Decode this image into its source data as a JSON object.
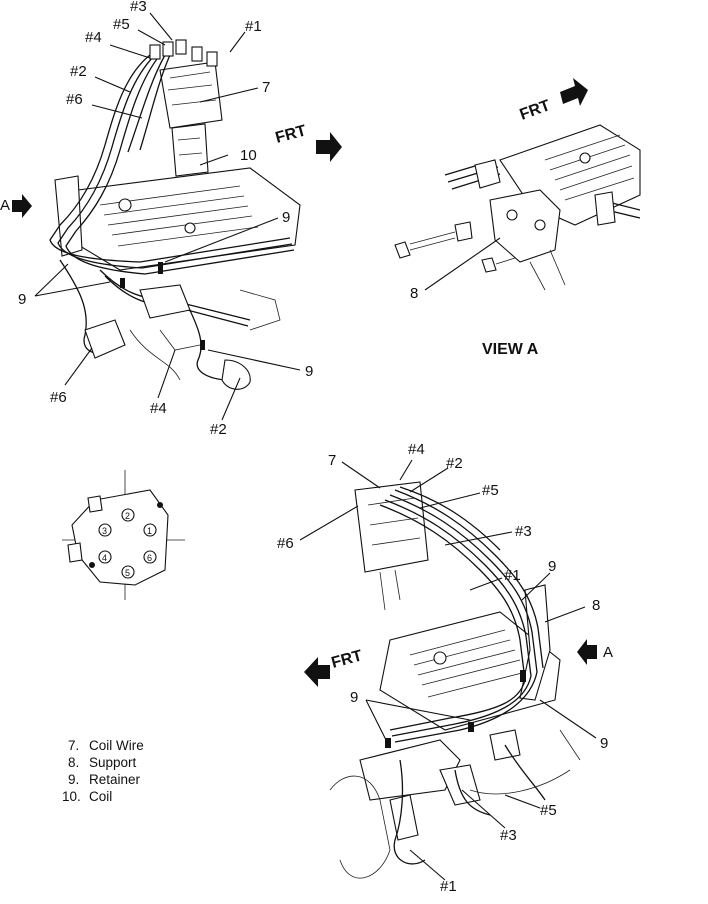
{
  "top_left": {
    "labels": {
      "n3": "#3",
      "n5": "#5",
      "n4": "#4",
      "n1": "#1",
      "n2": "#2",
      "n6": "#6",
      "c7": "7",
      "c10": "10",
      "c9a": "9",
      "c9b": "9",
      "c9c": "9",
      "n6b": "#6",
      "n4b": "#4",
      "n2b": "#2",
      "a": "A",
      "frt": "FRT"
    }
  },
  "view_a": {
    "frt": "FRT",
    "c8": "8",
    "title": "VIEW A"
  },
  "distributor_cap": {
    "terminals": [
      "1",
      "2",
      "3",
      "4",
      "5",
      "6"
    ]
  },
  "bottom_right": {
    "labels": {
      "c7": "7",
      "n4": "#4",
      "n2": "#2",
      "n5": "#5",
      "n6": "#6",
      "n3": "#3",
      "n1": "#1",
      "c9a": "9",
      "c8": "8",
      "a": "A",
      "frt": "FRT",
      "c9b": "9",
      "c9c": "9",
      "n5b": "#5",
      "n3b": "#3",
      "n1b": "#1"
    }
  },
  "legend": [
    {
      "num": "7.",
      "text": "Coil Wire"
    },
    {
      "num": "8.",
      "text": "Support"
    },
    {
      "num": "9.",
      "text": "Retainer"
    },
    {
      "num": "10.",
      "text": "Coil"
    }
  ]
}
